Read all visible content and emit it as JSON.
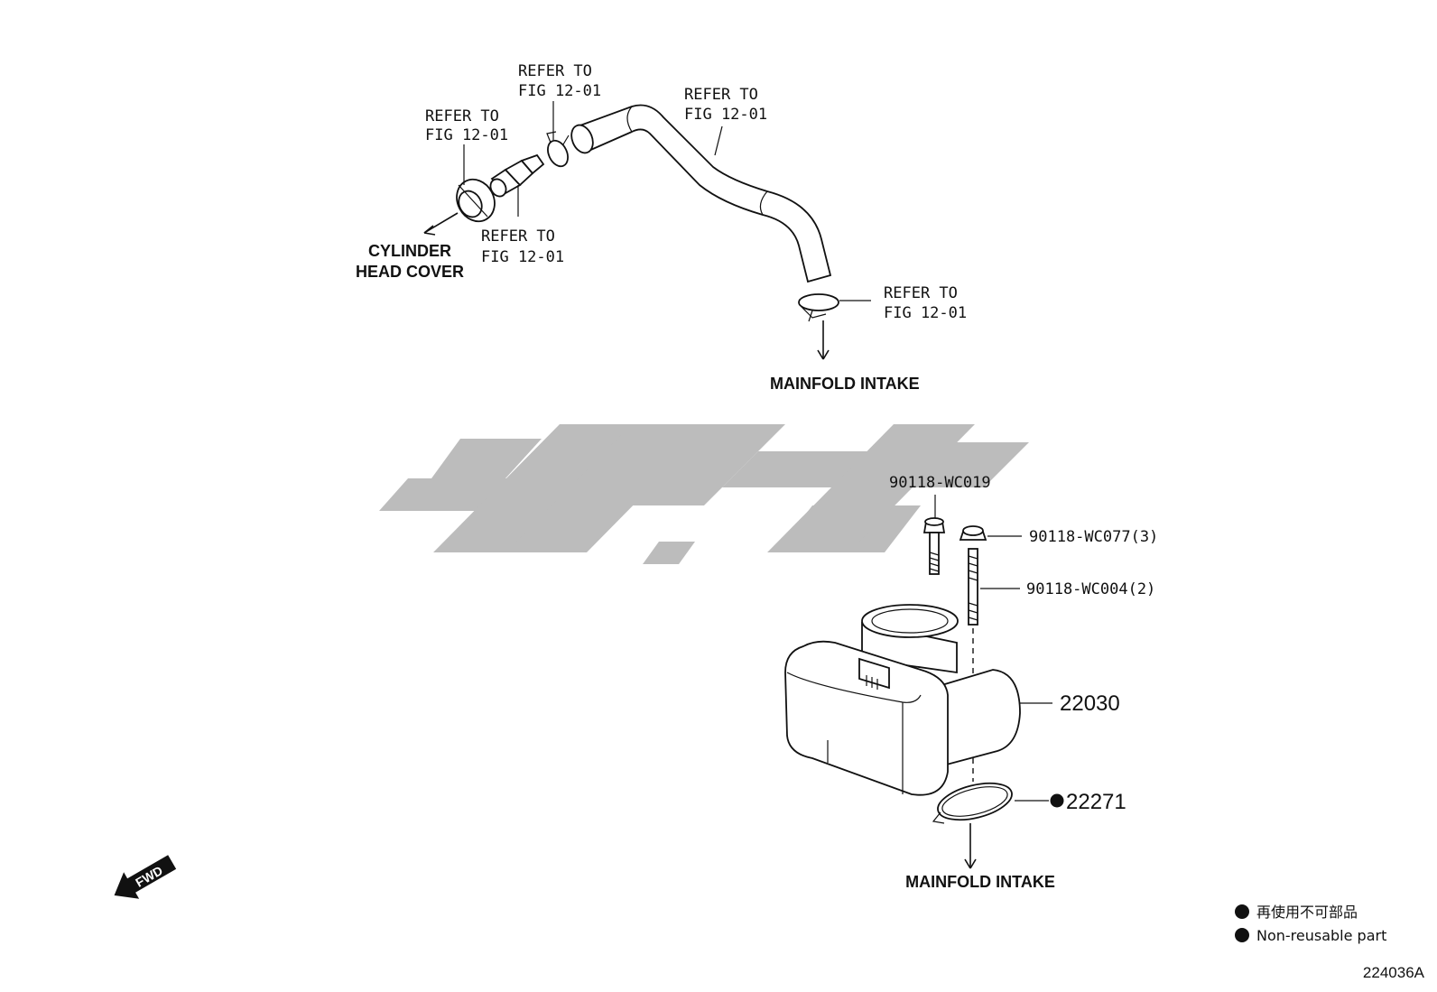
{
  "callouts": {
    "refer_line1": "REFER TO",
    "refer_line2": "FIG 12-01"
  },
  "destinations": {
    "cylinder_head_line1": "CYLINDER",
    "cylinder_head_line2": "HEAD COVER",
    "manifold_intake_top": "MAINFOLD INTAKE",
    "manifold_intake_bottom": "MAINFOLD INTAKE"
  },
  "parts": {
    "bolt": "90118-WC019",
    "nut": "90118-WC077(3)",
    "stud": "90118-WC004(2)",
    "throttle_body": "22030",
    "gasket": "22271"
  },
  "legend": {
    "line_ja": "再使用不可部品",
    "line_en": "Non-reusable part"
  },
  "fwd_label": "FWD",
  "illustration_code": "224036A"
}
